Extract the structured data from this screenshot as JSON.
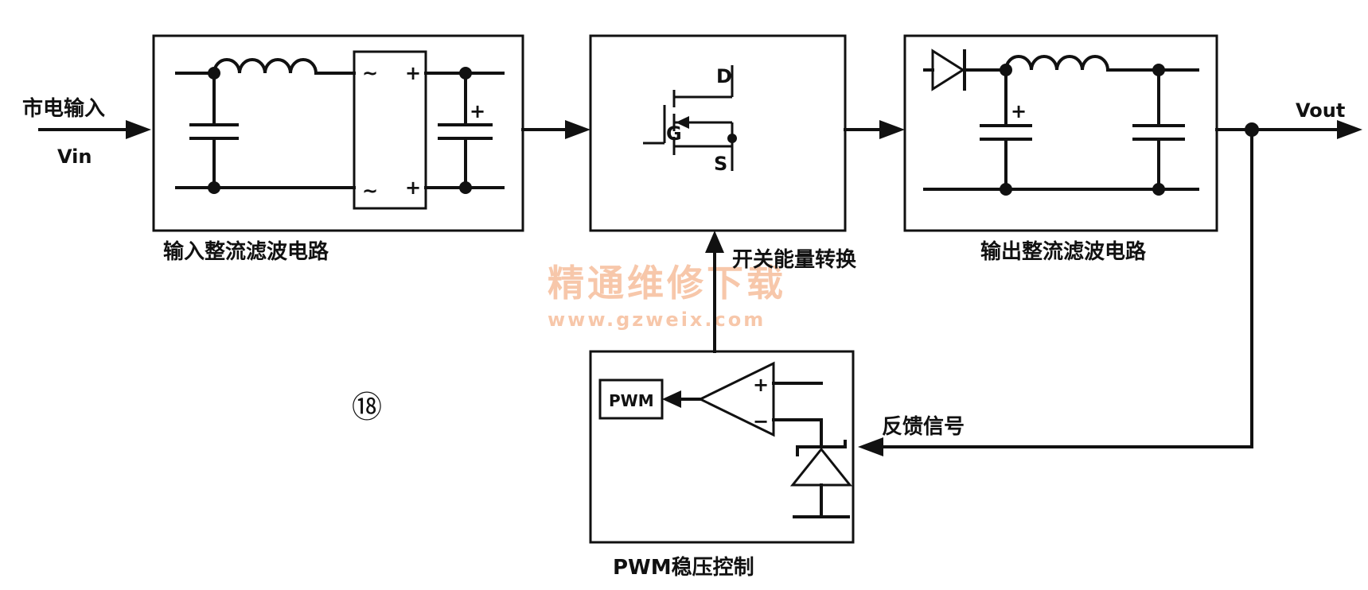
{
  "labels": {
    "mains_input": "市电输入",
    "vin": "Vin",
    "vout": "Vout",
    "input_block_title": "输入整流滤波电路",
    "switch_conversion": "开关能量转换",
    "output_block_title": "输出整流滤波电路",
    "feedback_signal": "反馈信号",
    "pwm_block_title": "PWM稳压控制",
    "pwm": "PWM",
    "mosfet_d": "D",
    "mosfet_g": "G",
    "mosfet_s": "S",
    "bridge_ac_top": "~",
    "bridge_ac_bottom": "~",
    "bridge_plus_top": "+",
    "bridge_plus_bottom": "+",
    "input_cap_plus": "+",
    "output_cap_plus": "+",
    "opamp_plus": "+",
    "opamp_minus": "−",
    "figure_number": "⑱"
  },
  "watermark": {
    "line1": "精通维修下载",
    "line2": "www.gzweix.com",
    "color": "#f7c7aa"
  }
}
